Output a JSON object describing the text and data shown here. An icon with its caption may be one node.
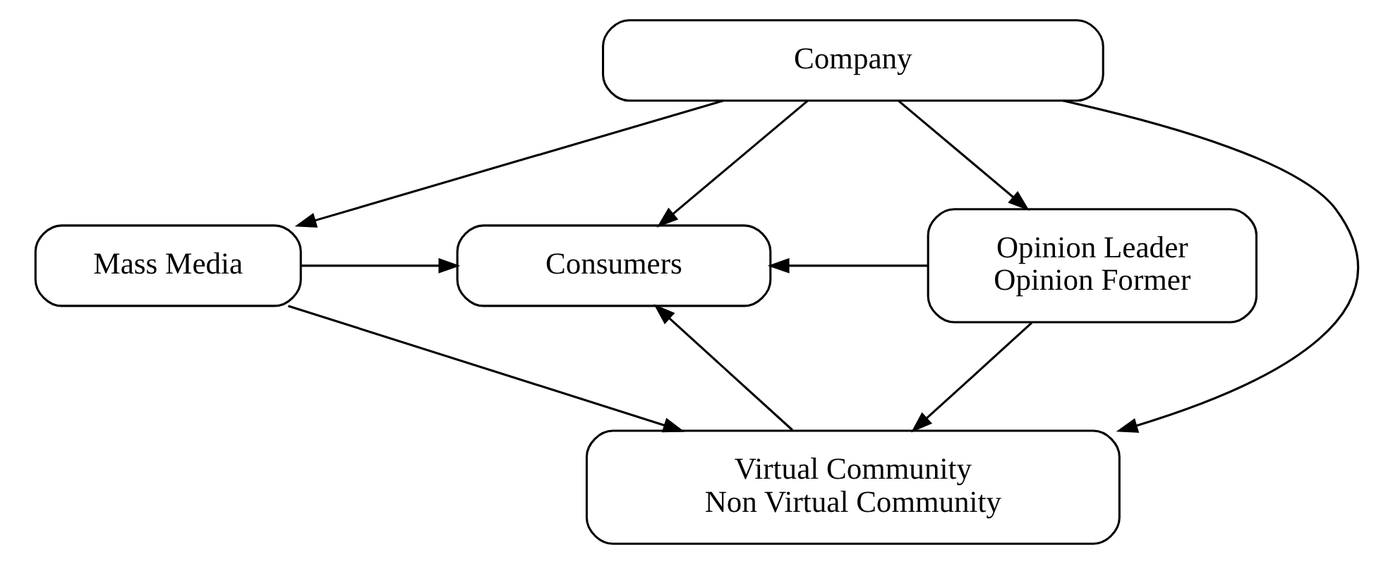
{
  "diagram": {
    "nodes": [
      {
        "text": [
          "Company"
        ]
      },
      {
        "text": [
          "Mass Media"
        ]
      },
      {
        "text": [
          "Consumers"
        ]
      },
      {
        "text": [
          "Opinion Leader",
          "Opinion Former"
        ]
      },
      {
        "text": [
          "Virtual Community",
          "Non Virtual Community"
        ]
      }
    ],
    "edges": [
      {
        "from": 0,
        "to": 1,
        "arrow": "to"
      },
      {
        "from": 0,
        "to": 2,
        "arrow": "to"
      },
      {
        "from": 0,
        "to": 3,
        "arrow": "to"
      },
      {
        "from": 1,
        "to": 2,
        "arrow": "to"
      },
      {
        "from": 3,
        "to": 2,
        "arrow": "to"
      },
      {
        "from": 1,
        "to": 4,
        "arrow": "to"
      },
      {
        "from": 3,
        "to": 4,
        "arrow": "to"
      },
      {
        "from": 4,
        "to": 2,
        "arrow": "to"
      },
      {
        "from": 0,
        "to": 4,
        "arrow": "to"
      }
    ]
  }
}
